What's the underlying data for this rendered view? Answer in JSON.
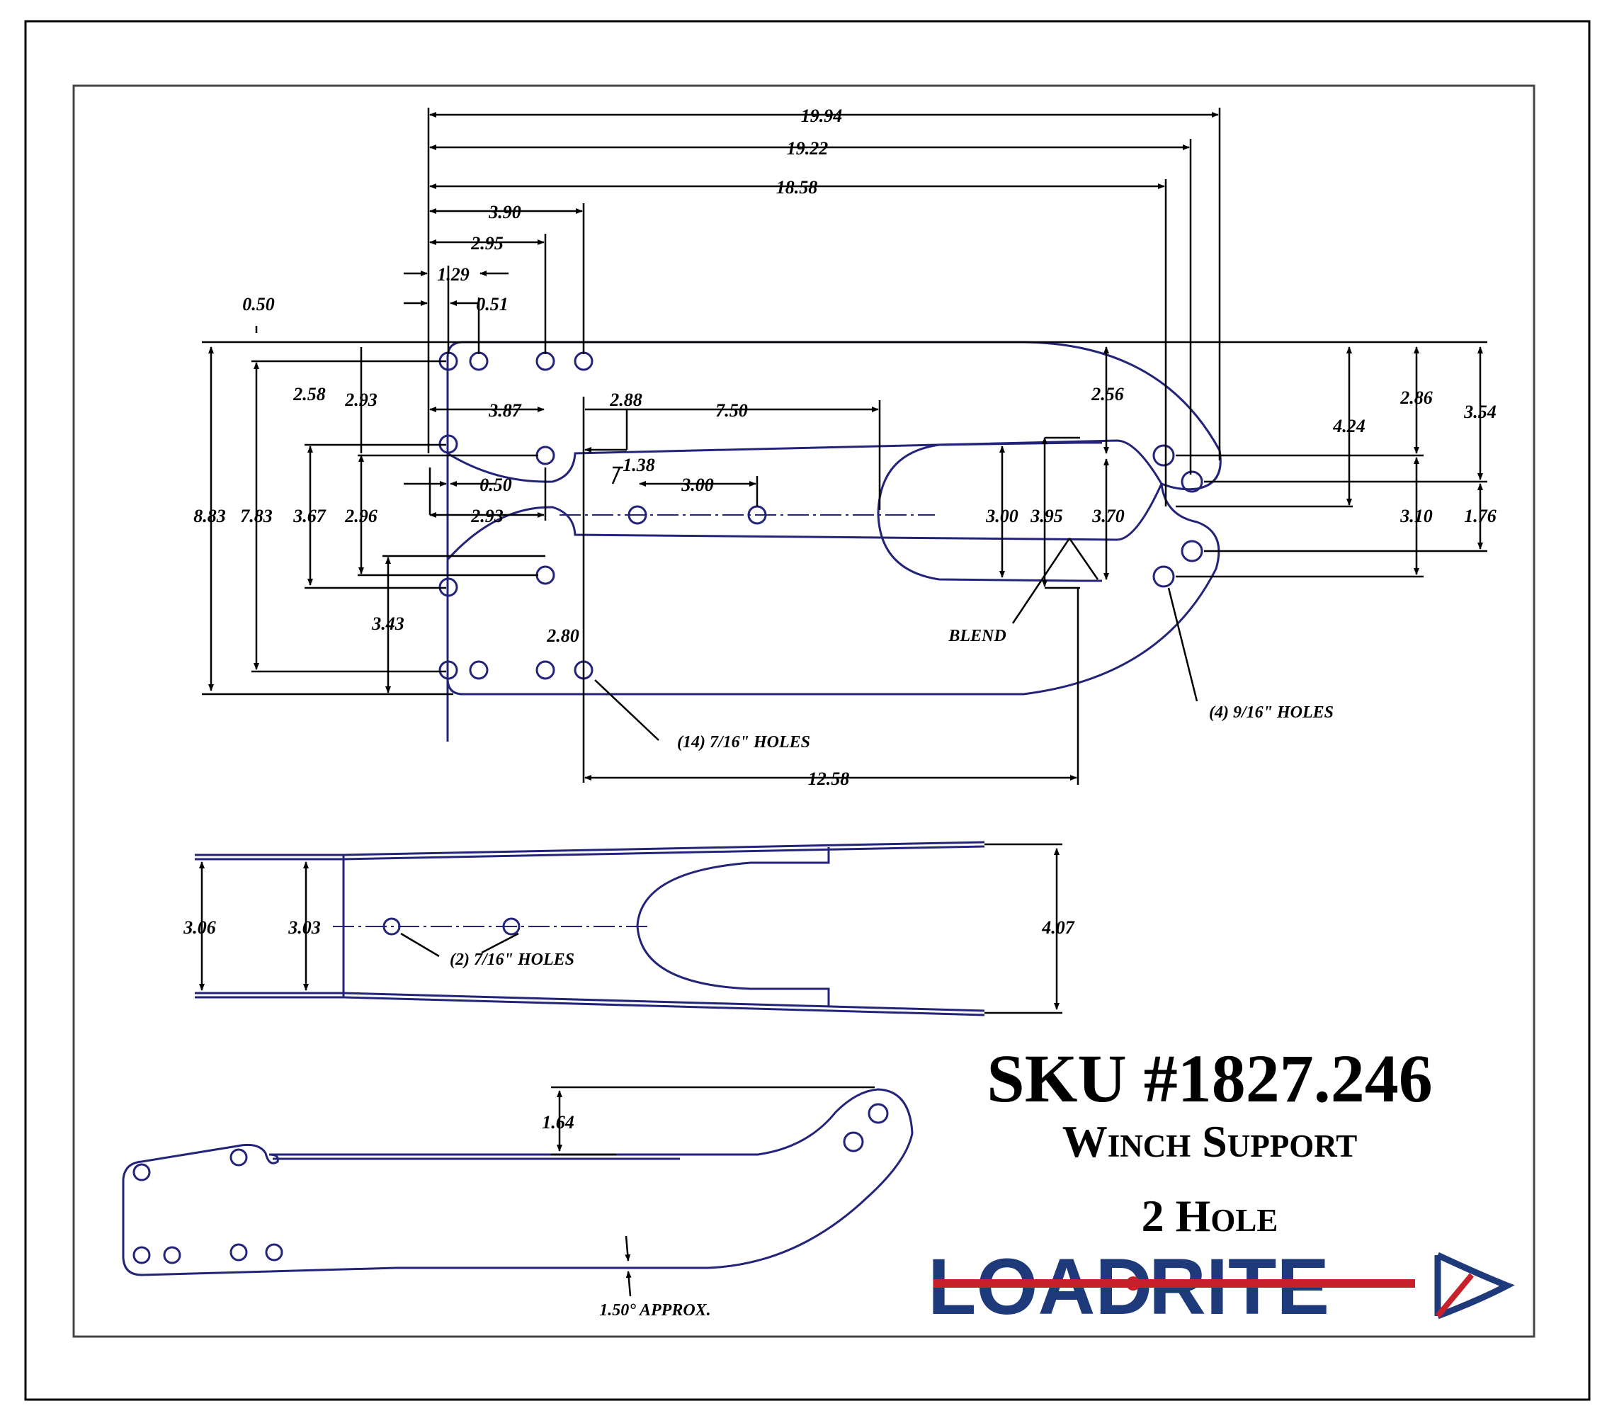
{
  "colors": {
    "part": "#23237a",
    "dim": "#000000",
    "logo_blue": "#1f3a7a",
    "logo_red": "#c8202a"
  },
  "title": {
    "sku": "SKU #1827.246",
    "name": "Winch Support",
    "subtitle": "2 Hole"
  },
  "logo": {
    "word1": "LOAD",
    "word2": "RITE"
  },
  "top_view": {
    "dims": {
      "d1994": "19.94",
      "d1922": "19.22",
      "d1858": "18.58",
      "d390": "3.90",
      "d295": "2.95",
      "d129": "1.29",
      "d051": "0.51",
      "d050a": "0.50",
      "d258": "2.58",
      "d293a": "2.93",
      "d387": "3.87",
      "d288": "2.88",
      "d750": "7.50",
      "d256": "2.56",
      "d424": "4.24",
      "d286": "2.86",
      "d354": "3.54",
      "d138": "1.38",
      "d300a": "3.00",
      "d050b": "0.50",
      "d293b": "2.93",
      "d883": "8.83",
      "d783": "7.83",
      "d367": "3.67",
      "d296": "2.96",
      "d300b": "3.00",
      "d395": "3.95",
      "d370": "3.70",
      "d310": "3.10",
      "d176": "1.76",
      "d343": "3.43",
      "d280": "2.80",
      "d1258": "12.58"
    },
    "notes": {
      "blend": "BLEND",
      "holes14": "(14) 7/16\" HOLES",
      "holes4": "(4) 9/16\" HOLES"
    }
  },
  "middle_view": {
    "dims": {
      "d306": "3.06",
      "d303": "3.03",
      "d407": "4.07"
    },
    "notes": {
      "holes2": "(2) 7/16\" HOLES"
    }
  },
  "side_view": {
    "dims": {
      "d164": "1.64"
    },
    "notes": {
      "angle": "1.50° APPROX."
    }
  }
}
